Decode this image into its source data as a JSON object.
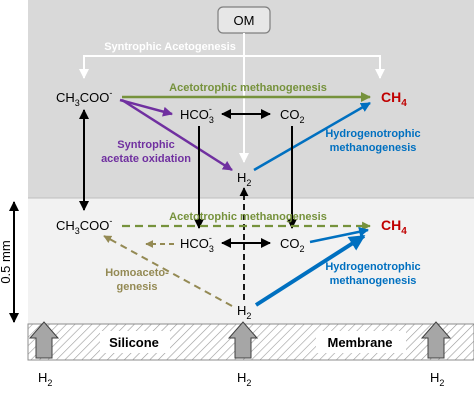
{
  "source_box": {
    "label": "OM"
  },
  "upper_zone": {
    "syntrophic_acetogenesis": "Syntrophic Acetogenesis",
    "acetate": {
      "base": "CH",
      "sub1": "3",
      "mid": "COO",
      "sup": "-"
    },
    "bicarbonate": {
      "base": "HCO",
      "sub": "3",
      "sup": "-"
    },
    "co2": {
      "base": "CO",
      "sub": "2"
    },
    "h2": {
      "base": "H",
      "sub": "2"
    },
    "methane": {
      "base": "CH",
      "sub": "4"
    },
    "acetotrophic": "Acetotrophic methanogenesis",
    "sao_line1": "Syntrophic",
    "sao_line2": "acetate oxidation",
    "hydro_line1": "Hydrogenotrophic",
    "hydro_line2": "methanogenesis"
  },
  "lower_zone": {
    "acetate": {
      "base": "CH",
      "sub1": "3",
      "mid": "COO",
      "sup": "-"
    },
    "bicarbonate": {
      "base": "HCO",
      "sub": "3",
      "sup": "-"
    },
    "co2": {
      "base": "CO",
      "sub": "2"
    },
    "h2": {
      "base": "H",
      "sub": "2"
    },
    "methane": {
      "base": "CH",
      "sub": "4"
    },
    "acetotrophic": "Acetotrophic methanogenesis",
    "homo_line1": "Homoaceto-",
    "homo_line2": "genesis",
    "hydro_line1": "Hydrogenotrophic",
    "hydro_line2": "methanogenesis"
  },
  "scale_label": "0.5 mm",
  "membrane": {
    "left_label": "Silicone",
    "right_label": "Membrane"
  },
  "h2_sources": [
    {
      "base": "H",
      "sub": "2"
    },
    {
      "base": "H",
      "sub": "2"
    },
    {
      "base": "H",
      "sub": "2"
    }
  ],
  "colors": {
    "upper_bg": "#d9d9d9",
    "lower_bg": "#f2f2f2",
    "acetotrophic": "#76923c",
    "homoacetogenesis": "#948a54",
    "sao": "#7030a0",
    "hydrogenotrophic": "#0070c0",
    "methane": "#c00000"
  }
}
